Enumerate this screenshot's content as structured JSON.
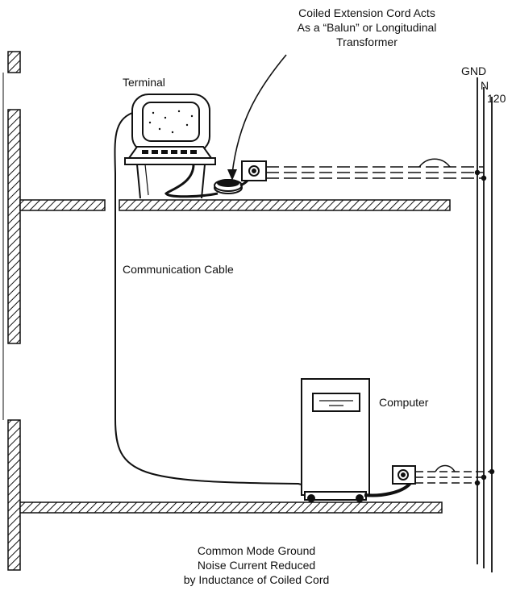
{
  "labels": {
    "coiled_line1": "Coiled Extension Cord Acts",
    "coiled_line2": "As a “Balun” or Longitudinal",
    "coiled_line3": "Transformer",
    "terminal": "Terminal",
    "gnd": "GND",
    "neutral": "N",
    "line_120": "120",
    "communication_cable": "Communication Cable",
    "computer": "Computer",
    "caption_line1": "Common Mode Ground",
    "caption_line2": "Noise Current Reduced",
    "caption_line3": "by Inductance of Coiled Cord"
  },
  "colors": {
    "ink": "#111111",
    "background": "#ffffff"
  }
}
